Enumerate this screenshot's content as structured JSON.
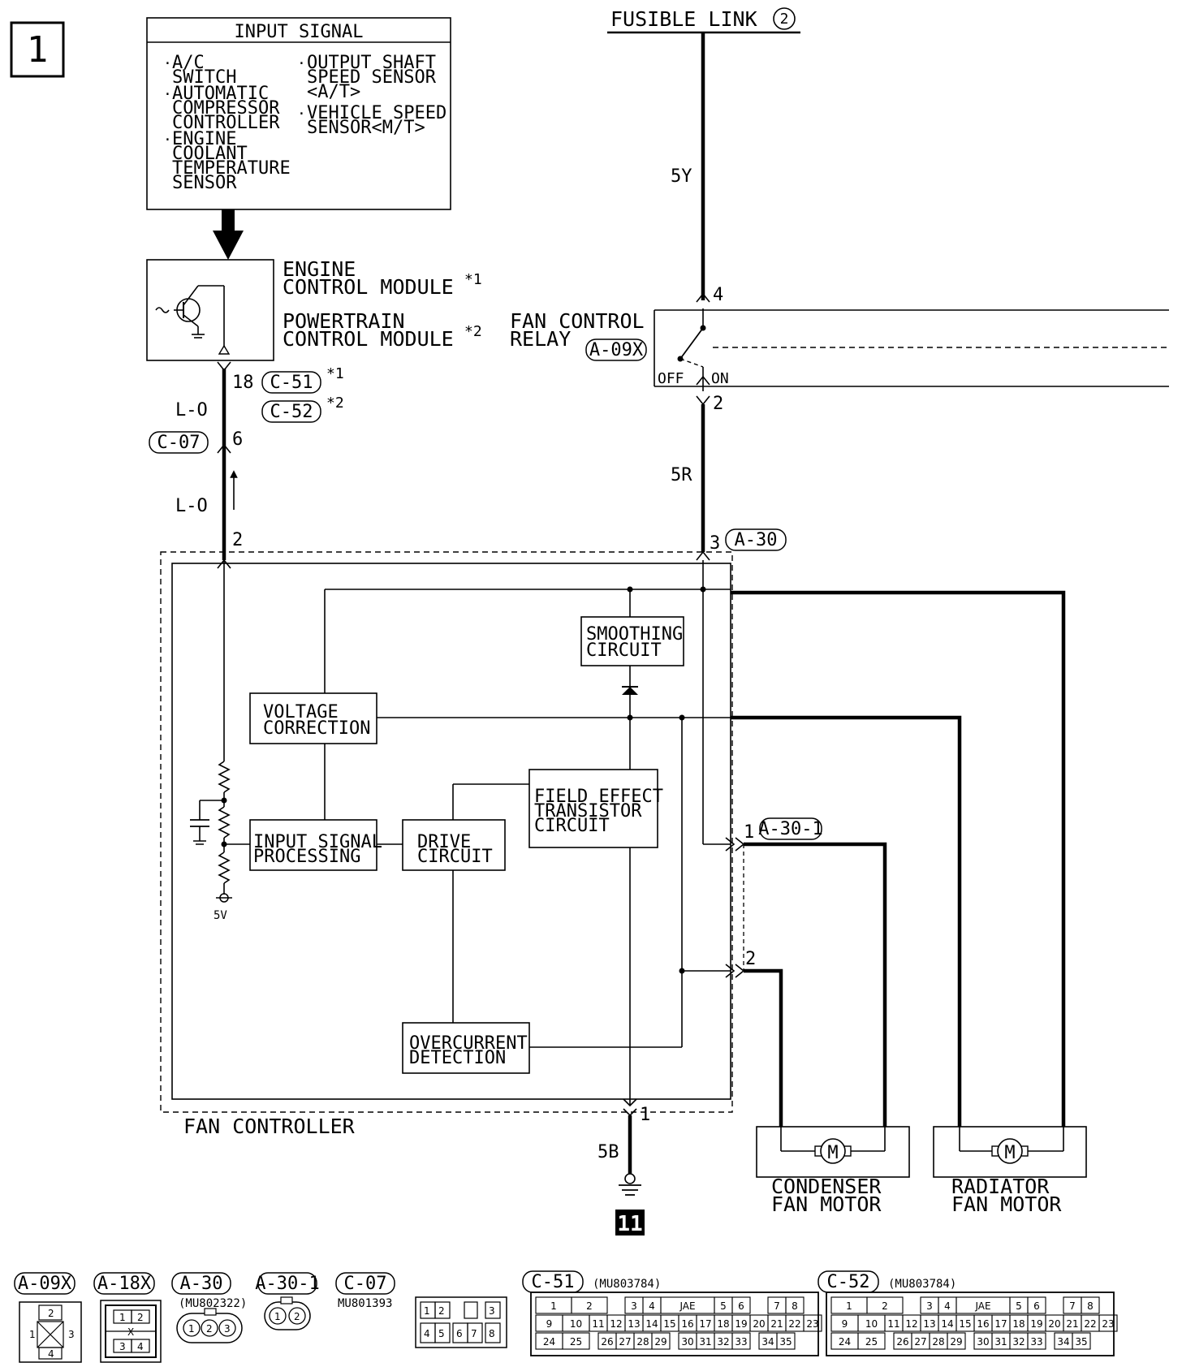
{
  "page_number": "1",
  "fusible_link": {
    "label": "FUSIBLE LINK",
    "number": "2"
  },
  "input_signal": {
    "title": "INPUT SIGNAL",
    "left_items": [
      [
        "A/C",
        "SWITCH"
      ],
      [
        "AUTOMATIC",
        "COMPRESSOR",
        "CONTROLLER"
      ],
      [
        "ENGINE",
        "COOLANT",
        "TEMPERATURE",
        "SENSOR"
      ]
    ],
    "right_items": [
      [
        "OUTPUT SHAFT",
        "SPEED SENSOR",
        "<A/T>"
      ],
      [
        "VEHICLE SPEED",
        "SENSOR<M/T>"
      ]
    ]
  },
  "ecm": {
    "line1a": "ENGINE",
    "line1b": "CONTROL MODULE",
    "note1": "*1",
    "line2a": "POWERTRAIN",
    "line2b": "CONTROL MODULE",
    "note2": "*2"
  },
  "relay": {
    "line1": "FAN CONTROL",
    "line2": "RELAY",
    "connector": "A-09X",
    "off": "OFF",
    "on": "ON"
  },
  "wires": {
    "w5Y": "5Y",
    "w5R": "5R",
    "wLO1": "L-O",
    "wLO2": "L-O",
    "w5B": "5B"
  },
  "pins": {
    "p4": "4",
    "p2": "2",
    "p3": "3",
    "p18": "18",
    "p6": "6",
    "pc2": "2",
    "p1": "1",
    "pm1": "1",
    "pm2": "2"
  },
  "connectors": {
    "c51": "C-51",
    "c51_note": "*1",
    "c52": "C-52",
    "c52_note": "*2",
    "c07": "C-07",
    "a30": "A-30",
    "a301": "A-30-1"
  },
  "fan_controller": {
    "label": "FAN CONTROLLER",
    "smoothing": [
      "SMOOTHING",
      "CIRCUIT"
    ],
    "voltage": [
      "VOLTAGE",
      "CORRECTION"
    ],
    "fet": [
      "FIELD EFFECT",
      "TRANSISTOR",
      "CIRCUIT"
    ],
    "input_proc": [
      "INPUT SIGNAL",
      "PROCESSING"
    ],
    "drive": [
      "DRIVE",
      "CIRCUIT"
    ],
    "overcurrent": [
      "OVERCURRENT",
      "DETECTION"
    ],
    "v5": "5V"
  },
  "ground_number": "11",
  "motors": {
    "condenser": [
      "CONDENSER",
      "FAN MOTOR"
    ],
    "radiator": [
      "RADIATOR",
      "FAN MOTOR"
    ],
    "symbol": "M"
  },
  "connector_legend": [
    {
      "name": "A-09X",
      "part": "",
      "pins": [
        "1",
        "2",
        "3",
        "4"
      ]
    },
    {
      "name": "A-18X",
      "part": "",
      "pins": [
        "1",
        "2",
        "3",
        "4"
      ],
      "mark": "X"
    },
    {
      "name": "A-30",
      "part": "(MU802322)",
      "pins": [
        "1",
        "2",
        "3"
      ]
    },
    {
      "name": "A-30-1",
      "part": "",
      "pins": [
        "1",
        "2"
      ]
    },
    {
      "name": "C-07",
      "part": "MU801393",
      "pins": [
        "1",
        "2",
        "3",
        "4",
        "5",
        "6",
        "7",
        "8"
      ]
    },
    {
      "name": "C-51",
      "part": "(MU803784)"
    },
    {
      "name": "C-52",
      "part": "(MU803784)"
    }
  ],
  "ecu_connector": {
    "label": "JAE",
    "row1": [
      "1",
      "2",
      "3",
      "4",
      "5",
      "6",
      "7",
      "8"
    ],
    "row2": [
      "9",
      "10",
      "11",
      "12",
      "13",
      "14",
      "15",
      "16",
      "17",
      "18",
      "19",
      "20",
      "21",
      "22",
      "23"
    ],
    "row3": [
      "24",
      "25",
      "26",
      "27",
      "28",
      "29",
      "30",
      "31",
      "32",
      "33",
      "34",
      "35"
    ]
  }
}
